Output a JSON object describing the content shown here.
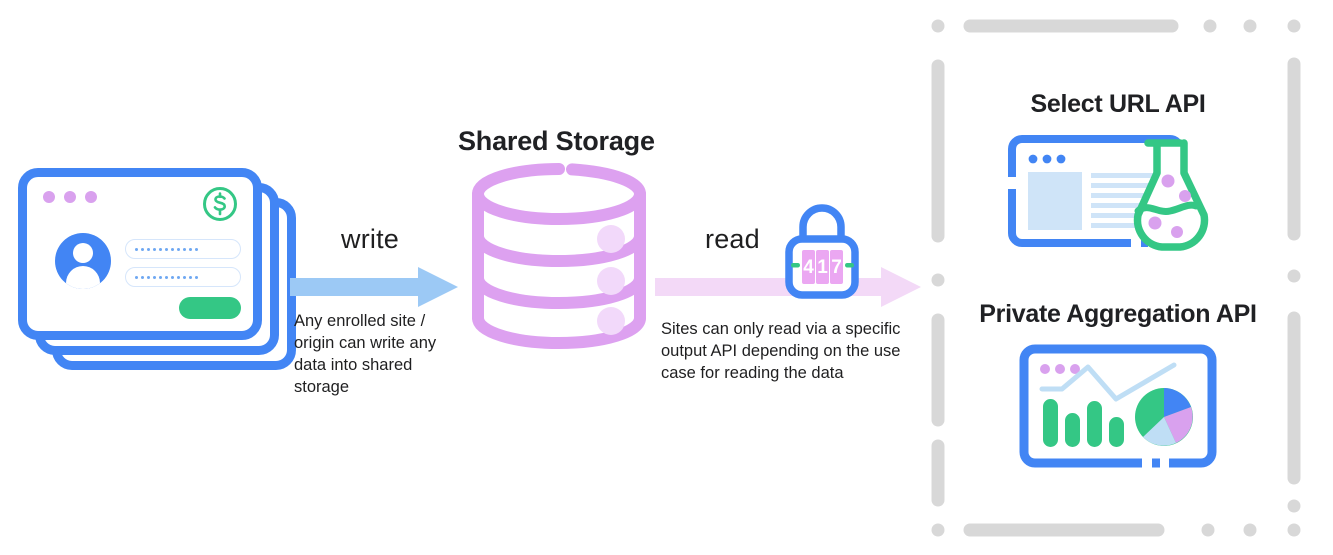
{
  "diagram": {
    "type": "flow",
    "title": "Shared Storage write and read flow",
    "colors": {
      "blue": "#4285F4",
      "light_blue_arrow": "#9CC9F5",
      "purple_storage": "#DDA1F0",
      "pink_arrow": "#F3D9F7",
      "green": "#34C785",
      "text": "#1f1f20",
      "border_gray": "#D8D8D8",
      "pale_blue": "#CFE4F8",
      "lock_dial": "#EBA7F2"
    }
  },
  "left": {
    "name": "enrolled-sites-cards",
    "card_count": 3,
    "card": {
      "window_dots": 3,
      "badge_icon": "dollar-circle-icon",
      "avatar_icon": "user-avatar-icon",
      "field_1_value": "•••••••••••",
      "field_2_value": "•••••••••••",
      "submit_label": ""
    }
  },
  "write_flow": {
    "label": "write",
    "caption": "Any enrolled site / origin can write any data into shared storage",
    "arrow_icon": "arrow-right-icon"
  },
  "storage": {
    "title": "Shared Storage",
    "icon": "database-cylinder-icon",
    "tiers": 3
  },
  "read_flow": {
    "label": "read",
    "caption": "Sites can only read via a specific output API depending on the use case for reading the data",
    "arrow_icon": "arrow-right-icon",
    "lock_icon": "padlock-combination-icon",
    "lock_digits": [
      "4",
      "1",
      "7"
    ]
  },
  "output_apis": {
    "panel_style": "dashed-rounded-border",
    "items": [
      {
        "title": "Select URL API",
        "icon": "browser-window-flask-icon",
        "art": {
          "window_dots": 3,
          "flask_bubbles": 4,
          "text_lines": 7
        }
      },
      {
        "title": "Private Aggregation API",
        "icon": "browser-window-charts-icon",
        "art": {
          "window_dots": 3,
          "bar_count": 4,
          "bar_heights": [
            68,
            46,
            62,
            40
          ],
          "pie_slices": [
            {
              "label": "green",
              "color": "#34C785",
              "percent": 45
            },
            {
              "label": "blue",
              "color": "#4285F4",
              "percent": 20
            },
            {
              "label": "purple",
              "color": "#D9A1EE",
              "percent": 18
            },
            {
              "label": "light-blue",
              "color": "#BFDEF5",
              "percent": 17
            }
          ],
          "line_points": "zigzag-up"
        }
      }
    ]
  }
}
